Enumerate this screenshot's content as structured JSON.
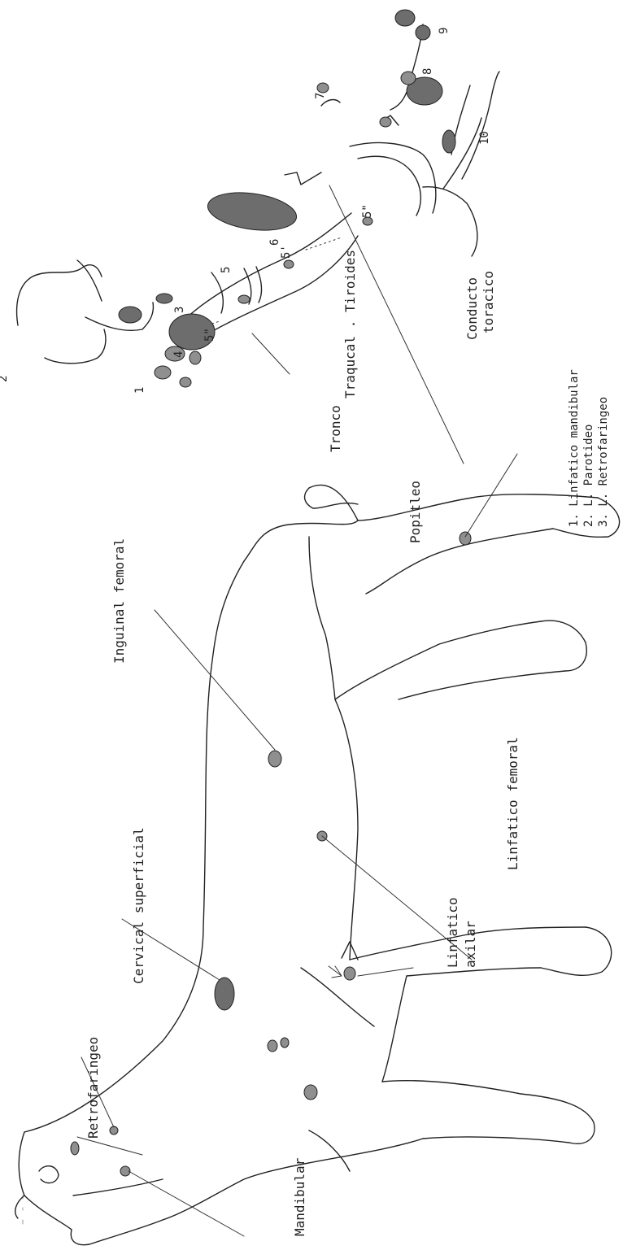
{
  "labels": {
    "retrofaringeo": "Retrofaringeo",
    "cervical_superficial": "Cervical superficial",
    "mandibular": "Mandibular",
    "linfatico_axilar_1": "Linfatico",
    "linfatico_axilar_2": "axilar",
    "inguinal_femoral": "Inguinal femoral",
    "linfatico_femoral": "Linfatico femoral",
    "popitleo": "Popitleo",
    "tronco": "Tronco",
    "traqucal_tiroides": "Traqucal . Tiroides",
    "conducto": "Conducto",
    "toracico": "toracico"
  },
  "legend": {
    "items": [
      "1. Linfatico mandibular",
      "2. L. Parotideo",
      "3. L. Retrofaringeo"
    ]
  },
  "numbers": {
    "n1": "1",
    "n2": "2",
    "n3": "3",
    "n4": "4",
    "n5": "5",
    "n5a": "5'",
    "n5b": "5\"",
    "n5c": "5\"",
    "n6": "6",
    "n7": "7",
    "n8": "8",
    "n9": "9",
    "n10": "10"
  }
}
